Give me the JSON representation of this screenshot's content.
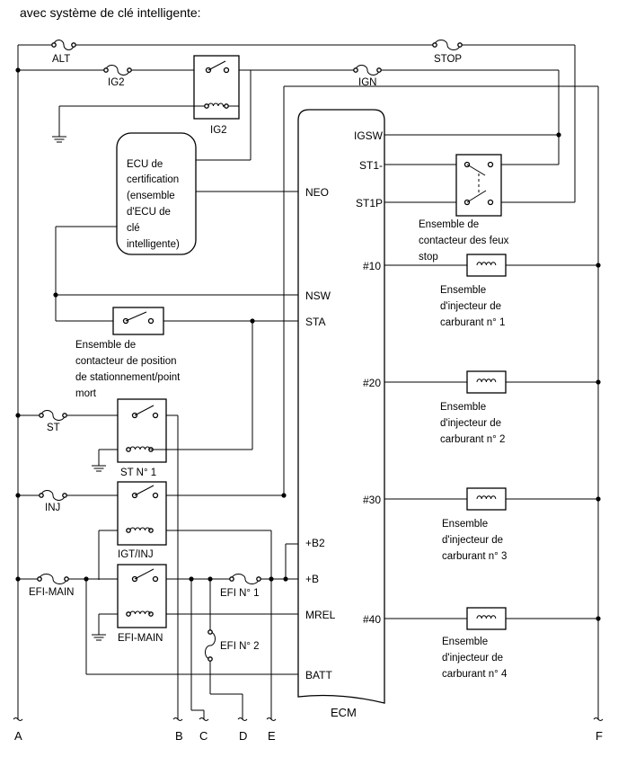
{
  "title": "avec système de clé intelligente:",
  "fuses": {
    "alt": "ALT",
    "stop": "STOP",
    "ig2": "IG2",
    "ign": "IGN",
    "st": "ST",
    "inj": "INJ",
    "efi_main": "EFI-MAIN",
    "efi1": "EFI N° 1",
    "efi2": "EFI N° 2"
  },
  "relays": {
    "ig2": "IG2",
    "st1": "ST N° 1",
    "igt_inj": "IGT/INJ",
    "efi_main": "EFI-MAIN"
  },
  "certification_ecu": [
    "ECU de",
    "certification",
    "(ensemble",
    "d'ECU de",
    "clé",
    "intelligente)"
  ],
  "ecm": {
    "label": "ECM",
    "pins": {
      "igsw": "IGSW",
      "st1m": "ST1-",
      "st1p": "ST1P",
      "neo": "NEO",
      "nsw": "NSW",
      "sta": "STA",
      "b2": "+B2",
      "b": "+B",
      "mrel": "MREL",
      "batt": "BATT",
      "p10": "#10",
      "p20": "#20",
      "p30": "#30",
      "p40": "#40"
    }
  },
  "stop_switch": [
    "Ensemble de",
    "contacteur des feux",
    "stop"
  ],
  "park_switch": [
    "Ensemble de",
    "contacteur de position",
    "de stationnement/point",
    "mort"
  ],
  "injectors": [
    [
      "Ensemble",
      "d'injecteur de",
      "carburant n° 1"
    ],
    [
      "Ensemble",
      "d'injecteur de",
      "carburant n° 2"
    ],
    [
      "Ensemble",
      "d'injecteur de",
      "carburant n° 3"
    ],
    [
      "Ensemble",
      "d'injecteur de",
      "carburant n° 4"
    ]
  ],
  "connectors": {
    "a": "A",
    "b": "B",
    "c": "C",
    "d": "D",
    "e": "E",
    "f": "F"
  }
}
